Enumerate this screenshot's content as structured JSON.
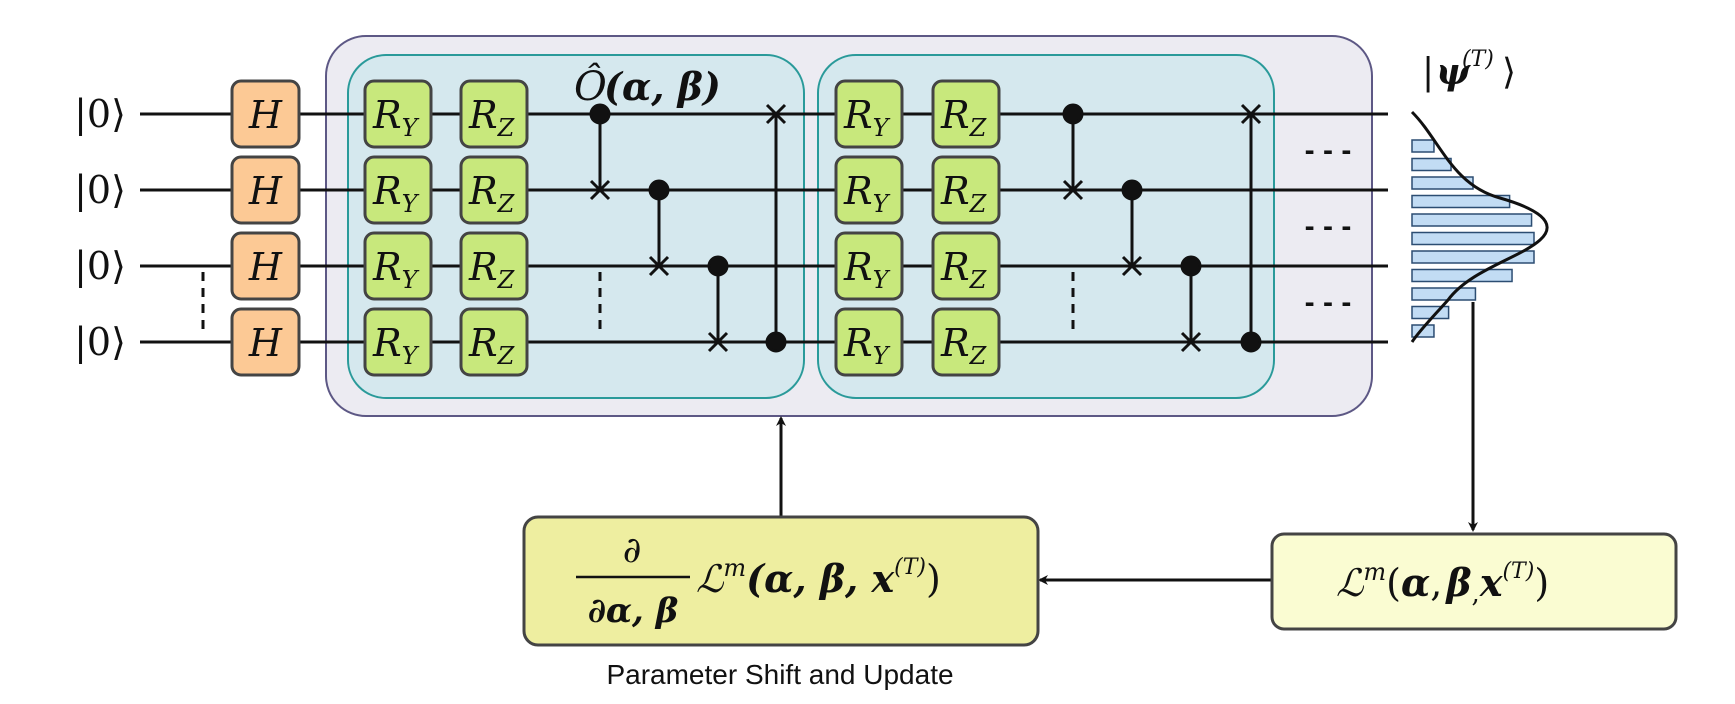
{
  "inputs": [
    "|0⟩",
    "|0⟩",
    "|0⟩",
    "|0⟩"
  ],
  "hadamard_label": "H",
  "gate_labels": {
    "ry_main": "R",
    "ry_sub": "Y",
    "rz_main": "R",
    "rz_sub": "Z"
  },
  "operator": {
    "hat_symbol": "Ô",
    "args": "(α, β)"
  },
  "output_state": {
    "ket_open": "|",
    "symbol": "ψ",
    "superscript": "(T)",
    "ket_close": "⟩"
  },
  "loss_box": {
    "script_l": "ℒ",
    "sup": "m",
    "open": "(",
    "alpha": "α",
    "comma1": ",",
    "beta": "β",
    "comma2": ",",
    "x": "x",
    "x_sup": "(T)",
    "close": ")",
    "fill": "#fafcd2"
  },
  "gradient_box": {
    "numerator": "∂",
    "denominator": "∂α, β",
    "script_l": "ℒ",
    "sup": "m",
    "args": "(α, β, x",
    "x_sup": "(T)",
    "close": ")",
    "fill": "#eeeea0"
  },
  "caption": "Parameter Shift and Update",
  "ellipsis": "- - -",
  "histogram": {
    "bar_levels": [
      0.18,
      0.32,
      0.5,
      0.8,
      0.98,
      1.0,
      1.0,
      0.82,
      0.52,
      0.3,
      0.18
    ]
  },
  "colors": {
    "hadamard": "#fcc995",
    "rotation": "#c8e87c",
    "outer_block": "#ecebf2",
    "outer_border": "#5d5885",
    "layer_block": "#d5e8ee",
    "layer_border": "#2a9a9a",
    "histogram_bar": "#c2dcf4",
    "histogram_border": "#2c4d72"
  }
}
